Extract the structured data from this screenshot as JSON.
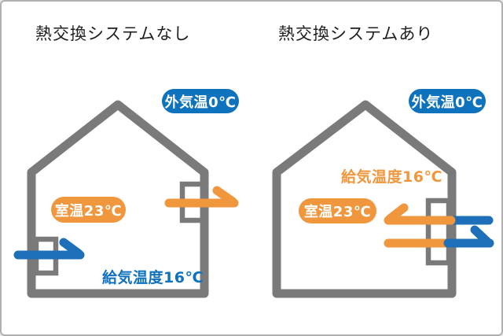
{
  "panels": [
    {
      "id": "without-heat-exchange",
      "title": "熱交換システムなし",
      "outdoor_temp_badge": "外気温0℃",
      "room_temp_badge": "室温23℃",
      "supply_temp_label": "給気温度16℃",
      "arrows": [
        {
          "name": "cold-air-inflow-arrow",
          "color": "#1C6FB8",
          "direction": "right",
          "meaning": "cold outside air entering through lower wall vent"
        },
        {
          "name": "warm-air-outflow-arrow",
          "color": "#F0963C",
          "direction": "right",
          "meaning": "warm room air exhausted through upper wall vent"
        }
      ]
    },
    {
      "id": "with-heat-exchange",
      "title": "熱交換システムあり",
      "outdoor_temp_badge": "外気温0℃",
      "room_temp_badge": "室温23℃",
      "supply_temp_label": "給気温度16℃",
      "arrows": [
        {
          "name": "heat-exchanged-supply-arrow",
          "colors": [
            "#1C6FB8",
            "#F0963C"
          ],
          "direction": "left",
          "meaning": "cold outside air warmed by heat exchanger entering room"
        },
        {
          "name": "heat-exchanged-exhaust-arrow",
          "colors": [
            "#F0963C",
            "#1C6FB8"
          ],
          "direction": "right",
          "meaning": "warm room air cooled by heat exchanger leaving room"
        }
      ]
    }
  ],
  "colors": {
    "orange": "#F0963C",
    "blue": "#1C6FB8",
    "badge_blue": "#0E72BD",
    "wall_gray": "#7A7A7A",
    "title_text": "#1E1E1E",
    "border": "#B0B0B0",
    "background": "#FFFFFF"
  }
}
